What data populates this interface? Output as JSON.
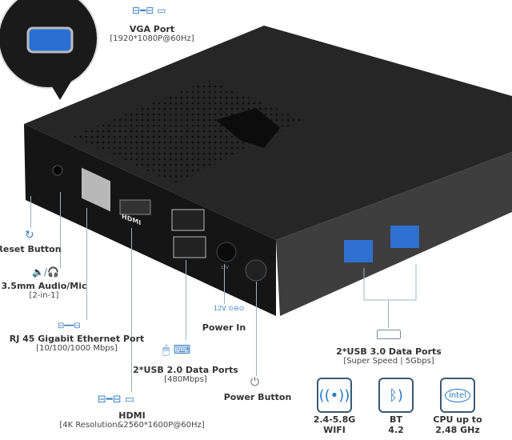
{
  "device": {
    "hdmi_print": "HDMI",
    "power_print": "12V"
  },
  "callouts": {
    "vga": {
      "title": "VGA Port",
      "sub": "[1920*1080P@60Hz]"
    },
    "reset": {
      "title": "Reset Button"
    },
    "audio": {
      "title": "3.5mm Audio/Mic",
      "sub": "[2-in-1]"
    },
    "ethernet": {
      "title": "RJ 45 Gigabit Ethernet Port",
      "sub": "[10/100/1000 Mbps]"
    },
    "hdmi": {
      "title": "HDMI",
      "sub": "[4K Resolution&2560*1600P@60Hz]"
    },
    "usb2": {
      "title": "2*USB 2.0 Data Ports",
      "sub": "[480Mbps]"
    },
    "power_in": {
      "title": "Power In",
      "voltage": "12V"
    },
    "power_button": {
      "title": "Power Button"
    },
    "usb3": {
      "title": "2*USB 3.0 Data Ports",
      "sub": "[Super Speed | 5Gbps]"
    }
  },
  "features": [
    {
      "line1": "2.4-5.8G",
      "line2": "WIFI",
      "icon": "wifi-icon"
    },
    {
      "line1": "BT",
      "line2": "4.2",
      "icon": "bluetooth-icon"
    },
    {
      "line1": "CPU up to",
      "line2": "2.48 GHz",
      "icon": "intel-cpu-icon",
      "badge": "intel"
    }
  ],
  "colors": {
    "accent": "#3a7fc1",
    "device": "#1e1e1e",
    "usb3": "#2f6fd0"
  }
}
